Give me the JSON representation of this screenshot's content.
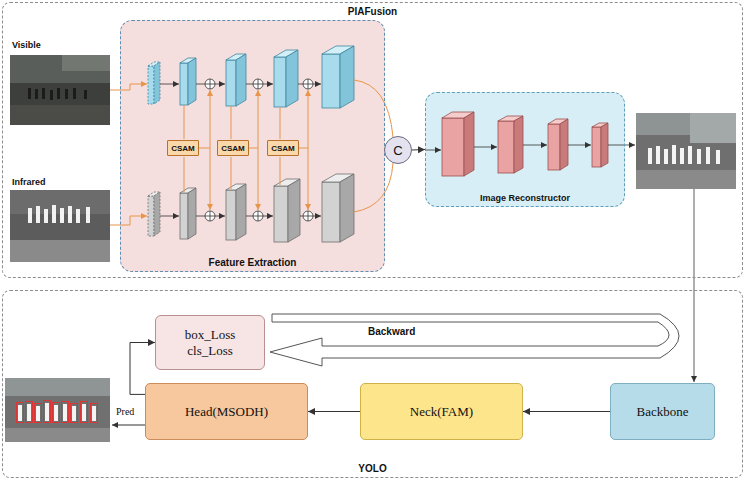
{
  "diagram": {
    "nodes": [
      {
        "text": [
          "PIAFusion"
        ]
      },
      {
        "text": [
          "Feature Extraction"
        ],
        "in": 0
      },
      {
        "text": [
          "CSAM"
        ],
        "in": 1
      },
      {
        "text": [
          "CSAM"
        ],
        "in": 1
      },
      {
        "text": [
          "CSAM"
        ],
        "in": 1
      },
      {
        "text": [
          "C"
        ],
        "in": 0
      },
      {
        "text": [
          "Image Reconstructor"
        ],
        "in": 0
      },
      {
        "text": [
          "YOLO"
        ]
      },
      {
        "text": [
          "box_Loss cls_Loss"
        ],
        "in": 7
      },
      {
        "text": [
          "Head(MSODH)"
        ],
        "in": 7
      },
      {
        "text": [
          "Neck(FAM)"
        ],
        "in": 7
      },
      {
        "text": [
          "Backbone"
        ],
        "in": 7
      }
    ],
    "edges": [
      {
        "from": 5,
        "to": 6,
        "arrow": "to"
      },
      {
        "from": 11,
        "to": 10,
        "arrow": "to"
      },
      {
        "from": 10,
        "to": 9,
        "arrow": "to"
      },
      {
        "from": 9,
        "to": 8,
        "arrow": "to"
      }
    ],
    "labels": [
      "Visible",
      "Infrared",
      "Backward",
      "Pred"
    ]
  }
}
